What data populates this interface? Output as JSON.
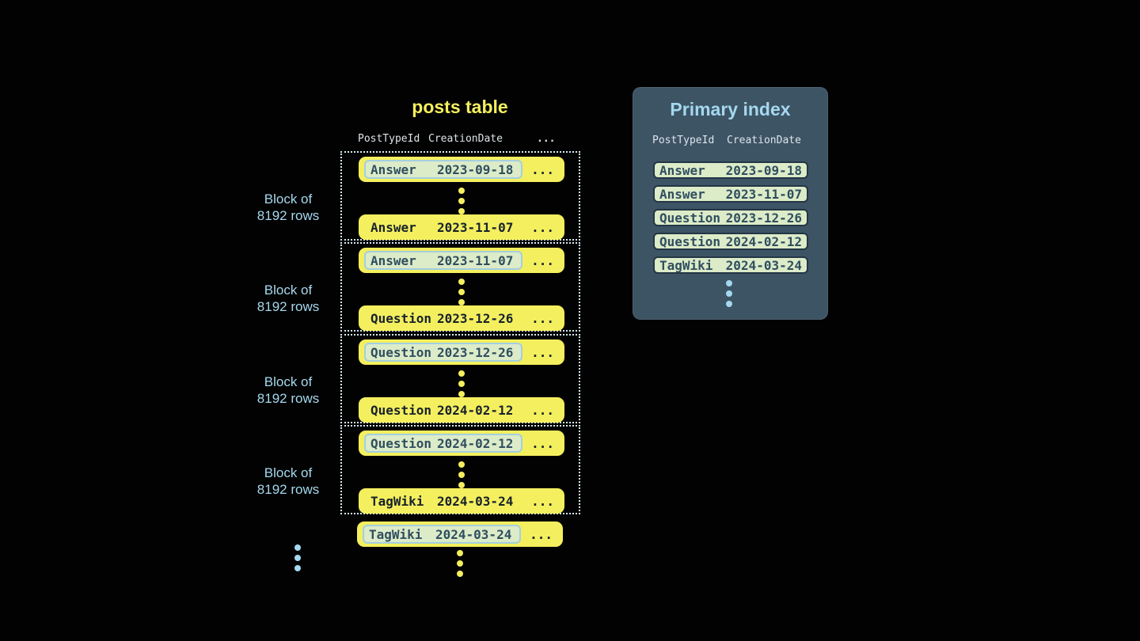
{
  "colors": {
    "background": "#020202",
    "row_yellow": "#f4ef5e",
    "highlight_mint": "#dcebc8",
    "accent_blue": "#a5d8ee",
    "panel_slate": "#3d5465",
    "dotted_border": "#d8ecf4",
    "dark_text": "#18222c",
    "slate_text": "#2f4e60",
    "header_text": "#dde5e9",
    "key_border": "#a3cfe0",
    "index_row_border": "#223646"
  },
  "posts_table": {
    "title": "posts table",
    "headers": {
      "post_type": "PostTypeId",
      "creation_date": "CreationDate",
      "more": "..."
    },
    "block_label": {
      "line1": "Block of",
      "line2": "8192 rows"
    },
    "blocks": [
      {
        "first_row": {
          "post_type": "Answer",
          "creation_date": "2023-09-18",
          "more": "...",
          "highlighted": true
        },
        "last_row": {
          "post_type": "Answer",
          "creation_date": "2023-11-07",
          "more": "...",
          "highlighted": false
        }
      },
      {
        "first_row": {
          "post_type": "Answer",
          "creation_date": "2023-11-07",
          "more": "...",
          "highlighted": true
        },
        "last_row": {
          "post_type": "Question",
          "creation_date": "2023-12-26",
          "more": "...",
          "highlighted": false
        }
      },
      {
        "first_row": {
          "post_type": "Question",
          "creation_date": "2023-12-26",
          "more": "...",
          "highlighted": true
        },
        "last_row": {
          "post_type": "Question",
          "creation_date": "2024-02-12",
          "more": "...",
          "highlighted": false
        }
      },
      {
        "first_row": {
          "post_type": "Question",
          "creation_date": "2024-02-12",
          "more": "...",
          "highlighted": true
        },
        "last_row": {
          "post_type": "TagWiki",
          "creation_date": "2024-03-24",
          "more": "...",
          "highlighted": false
        }
      }
    ],
    "overflow_row": {
      "post_type": "TagWiki",
      "creation_date": "2024-03-24",
      "more": "...",
      "highlighted": true
    }
  },
  "primary_index": {
    "title": "Primary index",
    "headers": {
      "post_type": "PostTypeId",
      "creation_date": "CreationDate"
    },
    "rows": [
      {
        "post_type": "Answer",
        "creation_date": "2023-09-18"
      },
      {
        "post_type": "Answer",
        "creation_date": "2023-11-07"
      },
      {
        "post_type": "Question",
        "creation_date": "2023-12-26"
      },
      {
        "post_type": "Question",
        "creation_date": "2024-02-12"
      },
      {
        "post_type": "TagWiki",
        "creation_date": "2024-03-24"
      }
    ]
  }
}
